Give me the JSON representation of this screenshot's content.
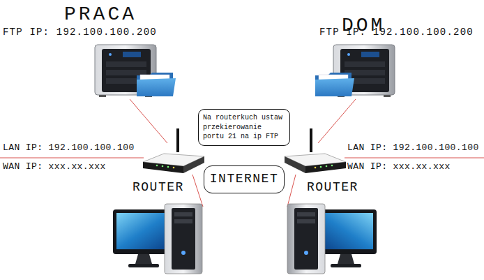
{
  "diagram": {
    "nodes": [
      {
        "text": [
          "Na routerkuch ustaw przekierowanie portu 21 na ip FTP"
        ]
      },
      {
        "text": [
          "INTERNET"
        ]
      }
    ],
    "labels": [
      "PRACA",
      "DOM",
      "FTP IP: 192.100.100.200",
      "FTP IP: 192.100.100.200",
      "LAN IP: 192.100.100.100",
      "LAN IP: 192.100.100.100",
      "WAN IP: xxx.xx.xxx",
      "WAN IP: xxx.xx.xxx",
      "ROUTER",
      "ROUTER"
    ]
  }
}
